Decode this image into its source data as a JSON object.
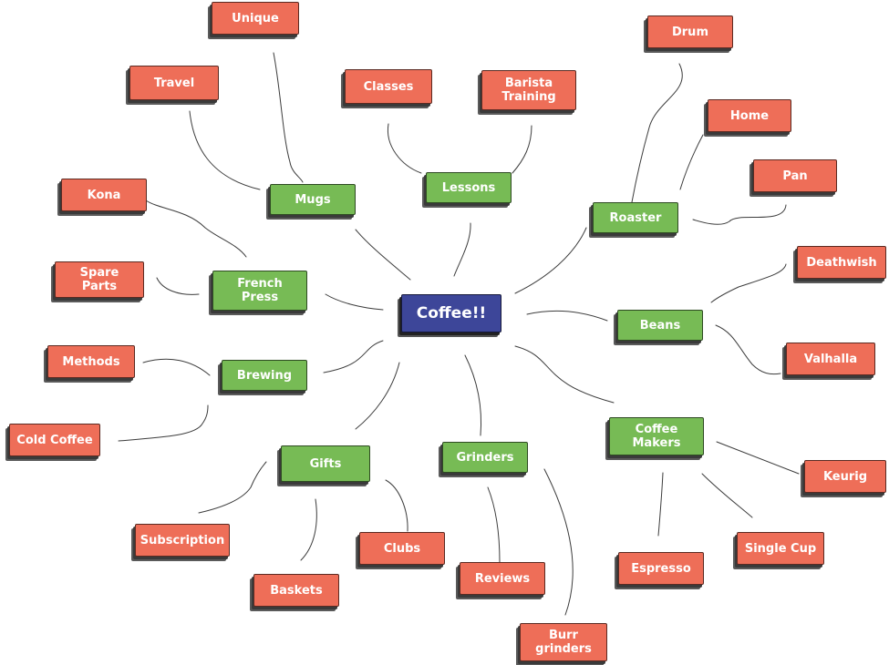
{
  "root": "Coffee!!",
  "branches": {
    "mugs": "Mugs",
    "lessons": "Lessons",
    "roaster": "Roaster",
    "french_press": "French\nPress",
    "beans": "Beans",
    "brewing": "Brewing",
    "coffee_makers": "Coffee\nMakers",
    "gifts": "Gifts",
    "grinders": "Grinders"
  },
  "leaves": {
    "unique": "Unique",
    "travel": "Travel",
    "classes": "Classes",
    "barista_training": "Barista\nTraining",
    "drum": "Drum",
    "home": "Home",
    "pan": "Pan",
    "kona": "Kona",
    "spare_parts": "Spare\nParts",
    "deathwish": "Deathwish",
    "valhalla": "Valhalla",
    "methods": "Methods",
    "cold_coffee": "Cold Coffee",
    "keurig": "Keurig",
    "single_cup": "Single Cup",
    "espresso": "Espresso",
    "subscription": "Subscription",
    "baskets": "Baskets",
    "clubs": "Clubs",
    "reviews": "Reviews",
    "burr_grinders": "Burr\ngrinders"
  }
}
